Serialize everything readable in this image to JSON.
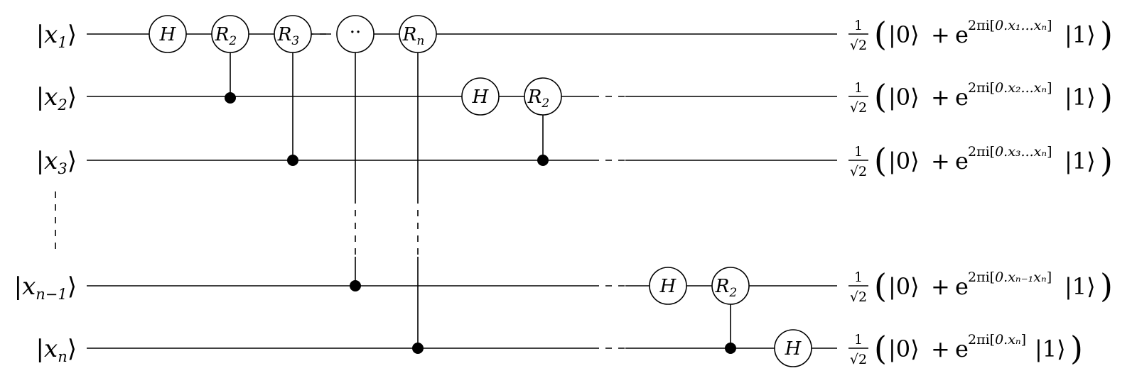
{
  "qubits": [
    {
      "id": "x1",
      "label_var": "x",
      "label_sub": "1"
    },
    {
      "id": "x2",
      "label_var": "x",
      "label_sub": "2"
    },
    {
      "id": "x3",
      "label_var": "x",
      "label_sub": "3"
    },
    {
      "id": "xn1",
      "label_var": "x",
      "label_sub": "n−1"
    },
    {
      "id": "xn",
      "label_var": "x",
      "label_sub": "n"
    }
  ],
  "gates": [
    {
      "qubit": "x1",
      "name": "H",
      "sub": ""
    },
    {
      "qubit": "x1",
      "name": "R",
      "sub": "2",
      "control": "x2"
    },
    {
      "qubit": "x1",
      "name": "R",
      "sub": "3",
      "control": "x3"
    },
    {
      "qubit": "x1",
      "name": "··",
      "sub": "",
      "control": "xn1"
    },
    {
      "qubit": "x1",
      "name": "R",
      "sub": "n",
      "control": "xn"
    },
    {
      "qubit": "x2",
      "name": "H",
      "sub": ""
    },
    {
      "qubit": "x2",
      "name": "R",
      "sub": "2",
      "control": "x3"
    },
    {
      "qubit": "xn1",
      "name": "H",
      "sub": ""
    },
    {
      "qubit": "xn1",
      "name": "R",
      "sub": "2",
      "control": "xn"
    },
    {
      "qubit": "xn",
      "name": "H",
      "sub": ""
    }
  ],
  "outputs": [
    {
      "qubit": "x1",
      "phase": "0.x₁...xₙ"
    },
    {
      "qubit": "x2",
      "phase": "0.x₂...xₙ"
    },
    {
      "qubit": "x3",
      "phase": "0.x₃...xₙ"
    },
    {
      "qubit": "xn1",
      "phase": "0.xₙ₋₁xₙ"
    },
    {
      "qubit": "xn",
      "phase": "0.xₙ"
    }
  ],
  "output_parts": {
    "frac_num": "1",
    "frac_den": "√2",
    "open_paren": "(",
    "ket0": "|0⟩",
    "plus": "+",
    "exp_base": "e",
    "exp_prefix": "2πi",
    "ket1": "|1⟩",
    "close_paren": ")"
  }
}
